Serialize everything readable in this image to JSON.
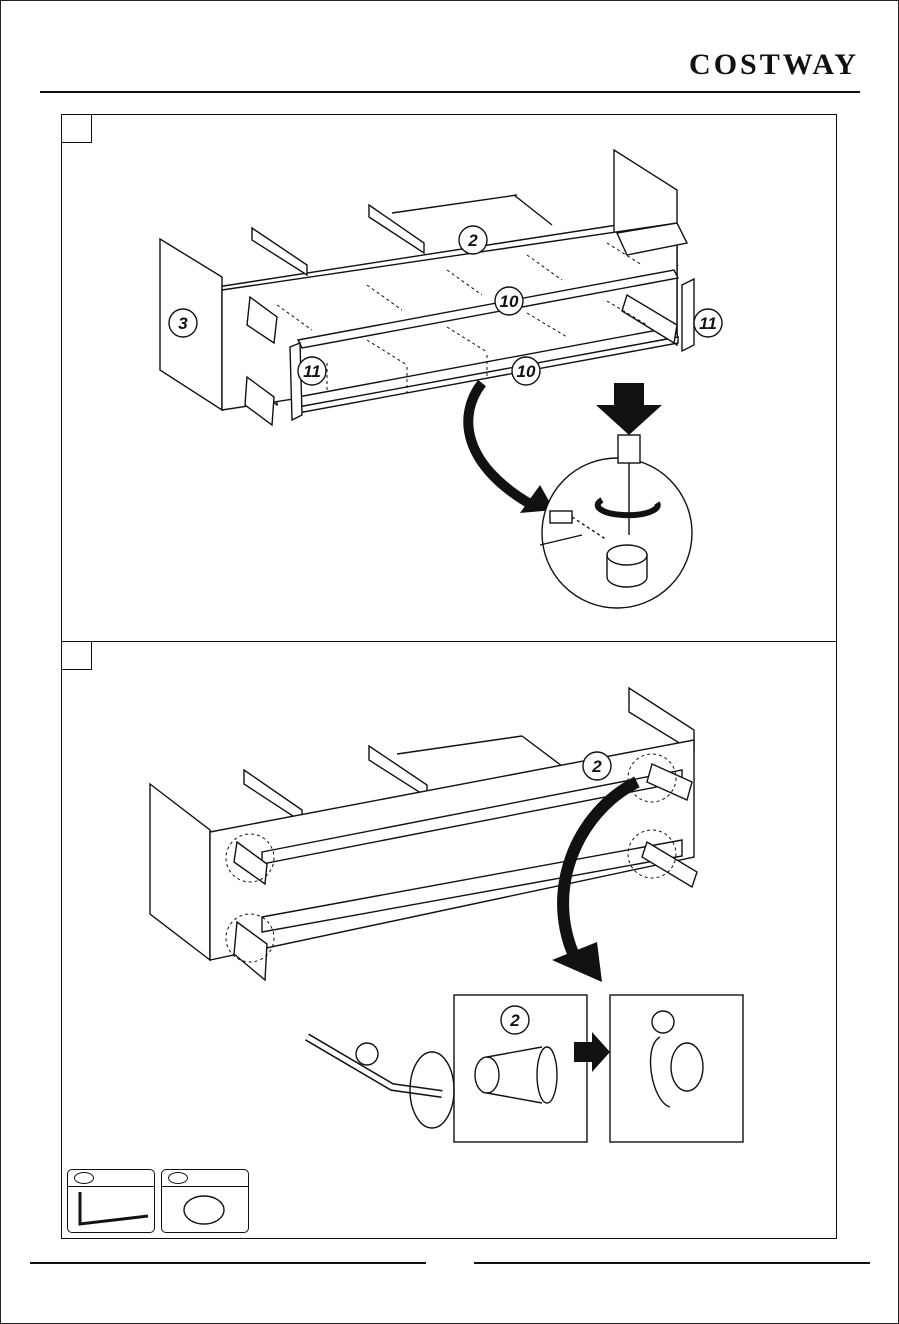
{
  "header": {
    "brand": "COSTWAY"
  },
  "step_a": {
    "callouts": {
      "part_2": "2",
      "part_3": "3",
      "part_10_top": "10",
      "part_10_bottom": "10",
      "part_11_left": "11",
      "part_11_right": "11"
    }
  },
  "step_b": {
    "callouts": {
      "part_2": "2",
      "detail_2": "2"
    }
  },
  "colors": {
    "line": "#111111",
    "paper": "#ffffff"
  }
}
